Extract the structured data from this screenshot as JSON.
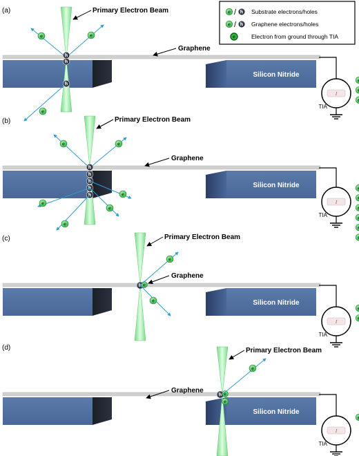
{
  "labels": {
    "primary_beam": "Primary Electron Beam",
    "graphene": "Graphene",
    "silicon_nitride": "Silicon Nitride",
    "tia": "TIA",
    "electron_symbol": "e",
    "hole_symbol": "h",
    "slash": "/",
    "current_symbol": "I"
  },
  "legend": {
    "substrate": "Substrate electrons/holes",
    "graphene": "Graphene electrons/holes",
    "ground": "Electron from ground through TIA"
  },
  "panels": [
    {
      "tag": "(a)",
      "tia_electrons": 3
    },
    {
      "tag": "(b)",
      "tia_electrons": 6
    },
    {
      "tag": "(c)",
      "tia_electrons": 2
    },
    {
      "tag": "(d)",
      "tia_electrons": 1
    }
  ],
  "colors": {
    "substrate_block": "#4f6f9f",
    "substrate_edge": "#1a1d24",
    "graphene": "#d0d0d0",
    "beam": "#9fe8a5",
    "electron": "#48c856",
    "hole": "#1a2230",
    "arrow": "#2f9ad0"
  }
}
